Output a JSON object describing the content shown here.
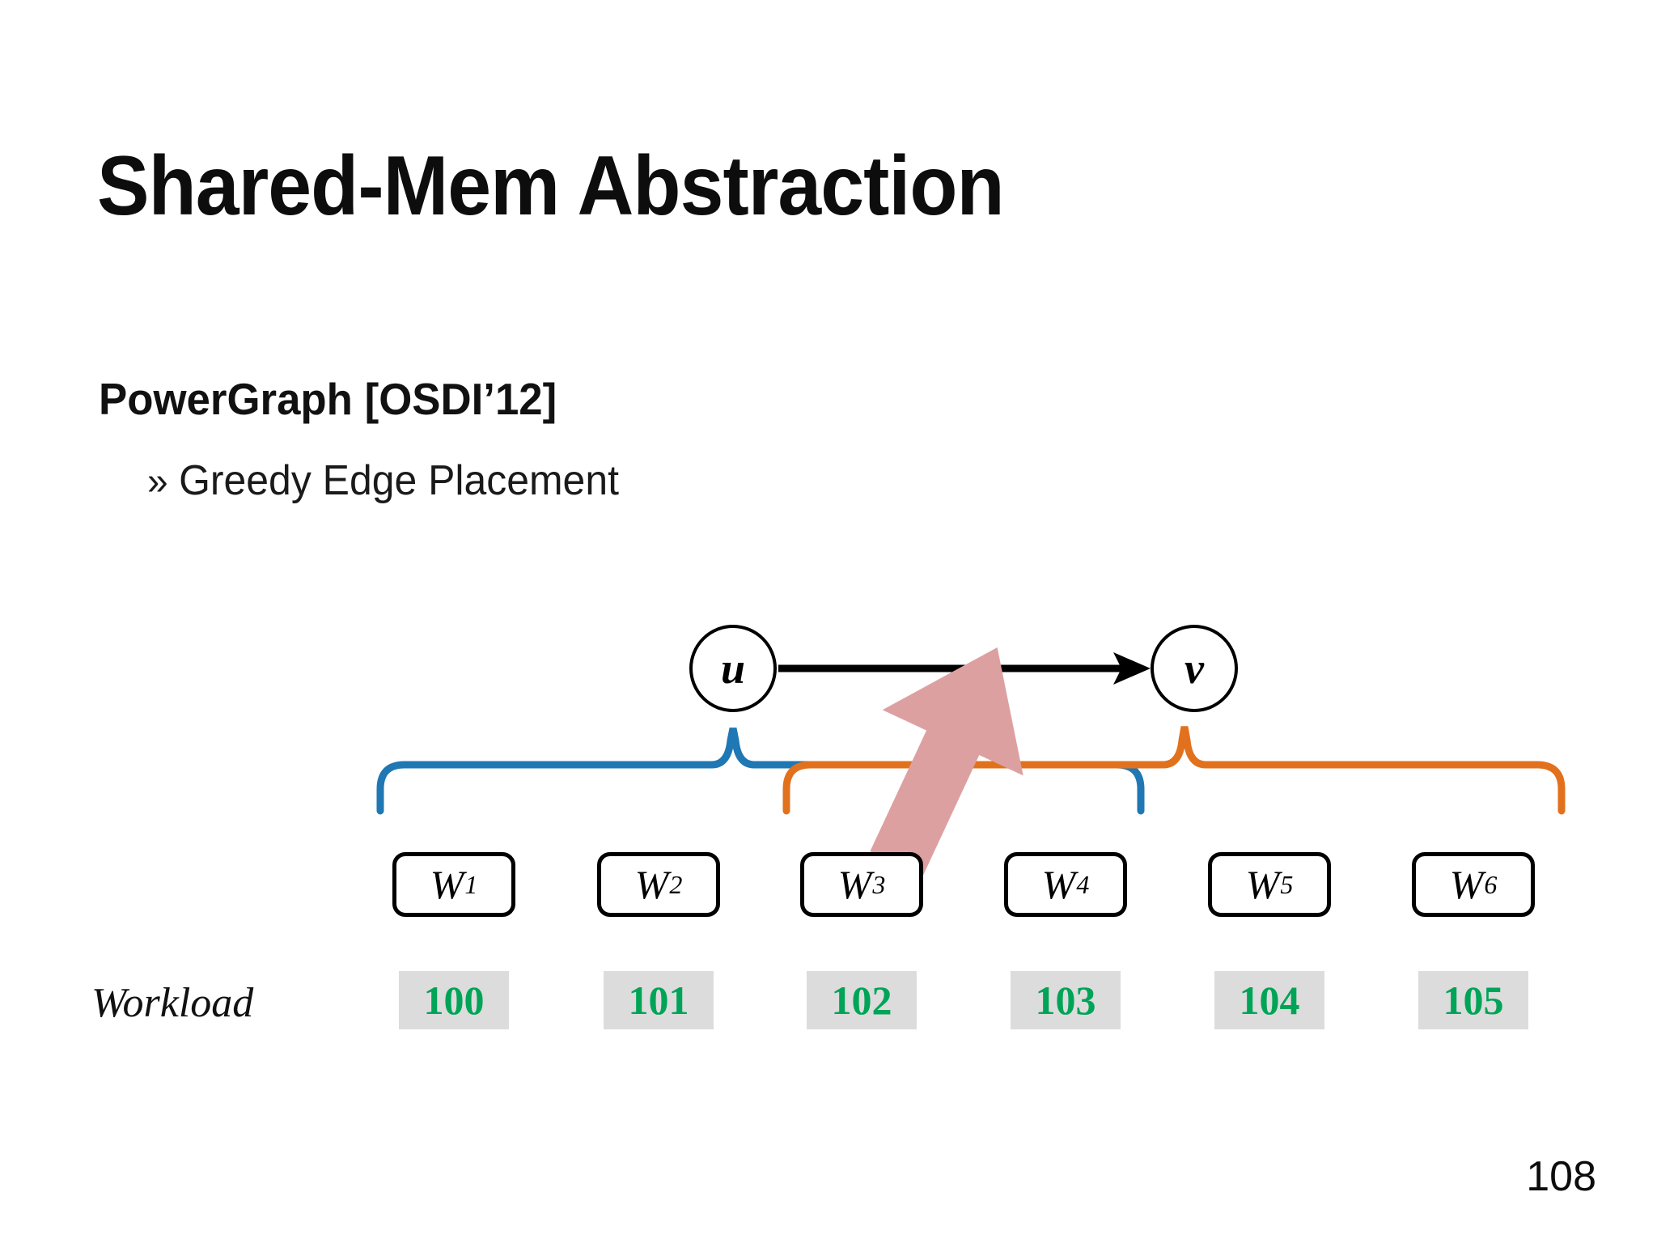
{
  "slide": {
    "title": "Shared-Mem Abstraction",
    "subtitle": "PowerGraph [OSDI’12]",
    "bullet_marker": "»",
    "bullet_text": "Greedy Edge Placement",
    "page_number": "108"
  },
  "diagram": {
    "nodes": [
      {
        "id": "u",
        "label": "u"
      },
      {
        "id": "v",
        "label": "v"
      }
    ],
    "edge": {
      "from": "u",
      "to": "v",
      "direction": "right",
      "style": "solid-arrow",
      "color": "#000000"
    },
    "workers": [
      {
        "base": "W",
        "sub": "1"
      },
      {
        "base": "W",
        "sub": "2"
      },
      {
        "base": "W",
        "sub": "3"
      },
      {
        "base": "W",
        "sub": "4"
      },
      {
        "base": "W",
        "sub": "5"
      },
      {
        "base": "W",
        "sub": "6"
      }
    ],
    "braces": [
      {
        "id": "brace-u",
        "color": "#1f77b4",
        "owner": "u",
        "spans_workers": [
          "W1",
          "W2",
          "W3",
          "W4"
        ]
      },
      {
        "id": "brace-v",
        "color": "#e2711d",
        "owner": "v",
        "spans_workers": [
          "W3",
          "W4",
          "W5",
          "W6"
        ]
      }
    ],
    "highlight_arrow": {
      "color": "#dda0a0",
      "points_to": "overlap-region",
      "direction": "down-left"
    },
    "workload_label": "Workload",
    "workload_values": [
      "100",
      "101",
      "102",
      "103",
      "104",
      "105"
    ],
    "workload_cell_bg": "#dcdcdc",
    "workload_text_color": "#00a457"
  },
  "colors": {
    "blue_brace": "#1f77b4",
    "orange_brace": "#e2711d",
    "pink_arrow": "#dda0a0",
    "green_value": "#00a457",
    "cell_gray": "#dcdcdc",
    "ink": "#000000"
  }
}
